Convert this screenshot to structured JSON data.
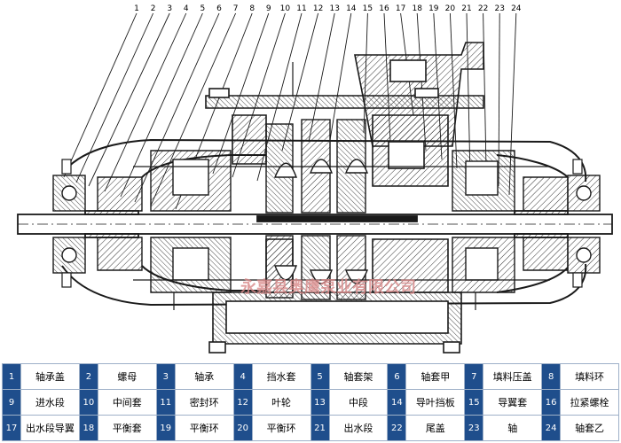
{
  "callout_numbers": [
    "1",
    "2",
    "3",
    "4",
    "5",
    "6",
    "7",
    "8",
    "9",
    "10",
    "11",
    "12",
    "13",
    "14",
    "15",
    "16",
    "17",
    "18",
    "19",
    "20",
    "21",
    "22",
    "23",
    "24"
  ],
  "watermark": {
    "text": "永嘉县奥鹰泵业有限公司"
  },
  "legend": [
    {
      "num": "1",
      "label": "轴承盖"
    },
    {
      "num": "2",
      "label": "螺母"
    },
    {
      "num": "3",
      "label": "轴承"
    },
    {
      "num": "4",
      "label": "挡水套"
    },
    {
      "num": "5",
      "label": "轴套架"
    },
    {
      "num": "6",
      "label": "轴套甲"
    },
    {
      "num": "7",
      "label": "填料压盖"
    },
    {
      "num": "8",
      "label": "填料环"
    },
    {
      "num": "9",
      "label": "进水段"
    },
    {
      "num": "10",
      "label": "中间套"
    },
    {
      "num": "11",
      "label": "密封环"
    },
    {
      "num": "12",
      "label": "叶轮"
    },
    {
      "num": "13",
      "label": "中段"
    },
    {
      "num": "14",
      "label": "导叶挡板"
    },
    {
      "num": "15",
      "label": "导翼套"
    },
    {
      "num": "16",
      "label": "拉紧螺栓"
    },
    {
      "num": "17",
      "label": "出水段导翼"
    },
    {
      "num": "18",
      "label": "平衡套"
    },
    {
      "num": "19",
      "label": "平衡环"
    },
    {
      "num": "20",
      "label": "平衡环"
    },
    {
      "num": "21",
      "label": "出水段"
    },
    {
      "num": "22",
      "label": "尾盖"
    },
    {
      "num": "23",
      "label": "轴"
    },
    {
      "num": "24",
      "label": "轴套乙"
    }
  ],
  "colors": {
    "legend_num_bg": "#1f4e8c",
    "legend_border": "#9eb0c8",
    "line": "#1a1a1a",
    "watermark": "#d98a8a"
  }
}
